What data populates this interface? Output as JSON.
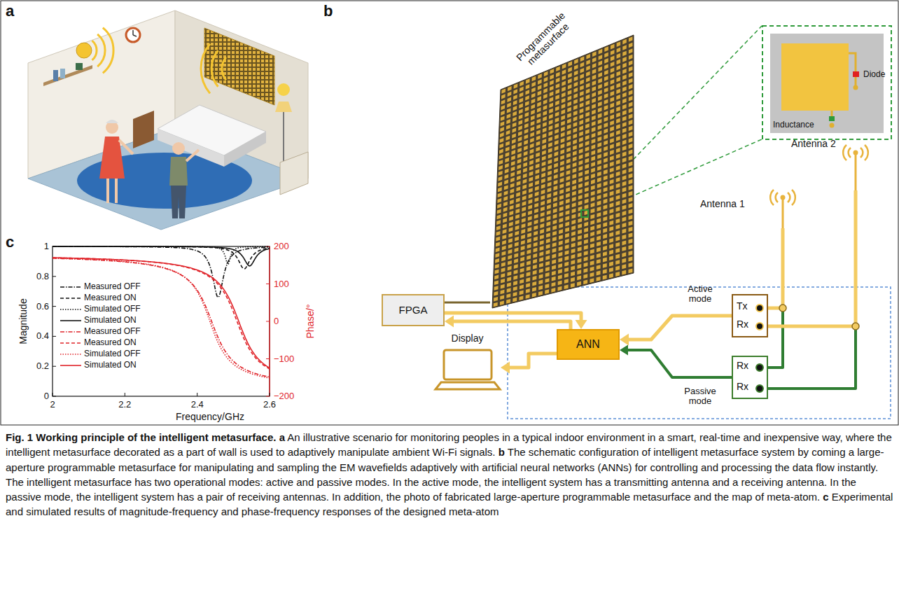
{
  "diagram": {
    "caption": "Fig. 1 Working principle of the intelligent metasurface. a An illustrative scenario for monitoring peoples in a typical indoor environment in a smart, real-time and inexpensive way, where the intelligent metasurface decorated as a part of wall is used to adaptively manipulate ambient Wi-Fi signals. b The schematic configuration of intelligent metasurface system by coming a large-aperture programmable metasurface for manipulating and sampling the EM wavefields adaptively with artificial neural networks (ANNs) for controlling and processing the data flow instantly. The intelligent metasurface has two operational modes: active and passive modes. In the active mode, the intelligent system has a transmitting antenna and a receiving antenna. In the passive mode, the intelligent system has a pair of receiving antennas. In addition, the photo of fabricated large-aperture programmable metasurface and the map of meta-atom. c Experimental and simulated results of magnitude-frequency and phase-frequency responses of the designed meta-atom",
    "nodes": [
      {
        "text": [
          "Programmable metasurface"
        ]
      },
      {
        "text": [
          "Diode",
          "Inductance"
        ]
      },
      {
        "text": [
          "Antenna 2"
        ]
      },
      {
        "text": [
          "Antenna 1"
        ]
      },
      {
        "text": [
          "FPGA"
        ]
      },
      {
        "text": [
          "Tx",
          "Rx"
        ]
      },
      {
        "text": [
          "ANN"
        ]
      },
      {
        "text": [
          "Display"
        ]
      },
      {
        "text": [
          "Rx",
          "Rx"
        ]
      }
    ],
    "edges": [
      {
        "from": 4,
        "to": 0,
        "arrow": "none"
      },
      {
        "from": 4,
        "to": 6,
        "arrow": "to"
      },
      {
        "from": 6,
        "to": 4,
        "arrow": "to"
      },
      {
        "from": 6,
        "to": 7,
        "arrow": "to"
      },
      {
        "from": 5,
        "to": 6,
        "arrow": "to"
      },
      {
        "from": 8,
        "to": 6,
        "arrow": "to"
      },
      {
        "from": 3,
        "to": 5,
        "arrow": "none"
      },
      {
        "from": 2,
        "to": 5,
        "arrow": "none"
      },
      {
        "from": 3,
        "to": 8,
        "arrow": "none"
      },
      {
        "from": 2,
        "to": 8,
        "arrow": "none"
      }
    ],
    "labels": [
      "a",
      "b",
      "c",
      "Active mode",
      "Passive mode",
      "1",
      "0.8",
      "0.6",
      "0.4",
      "0.2",
      "0",
      "Magnitude",
      "200",
      "100",
      "0",
      "−100",
      "−200",
      "Phase/°",
      "2",
      "2.2",
      "2.4",
      "2.6",
      "Frequency/GHz"
    ],
    "legend": [
      {
        "text": "Measured OFF"
      },
      {
        "text": "Measured ON"
      },
      {
        "text": "Simulated OFF"
      },
      {
        "text": "Simulated ON"
      },
      {
        "text": "Measured OFF"
      },
      {
        "text": "Measured ON"
      },
      {
        "text": "Simulated OFF"
      },
      {
        "text": "Simulated ON"
      }
    ]
  }
}
